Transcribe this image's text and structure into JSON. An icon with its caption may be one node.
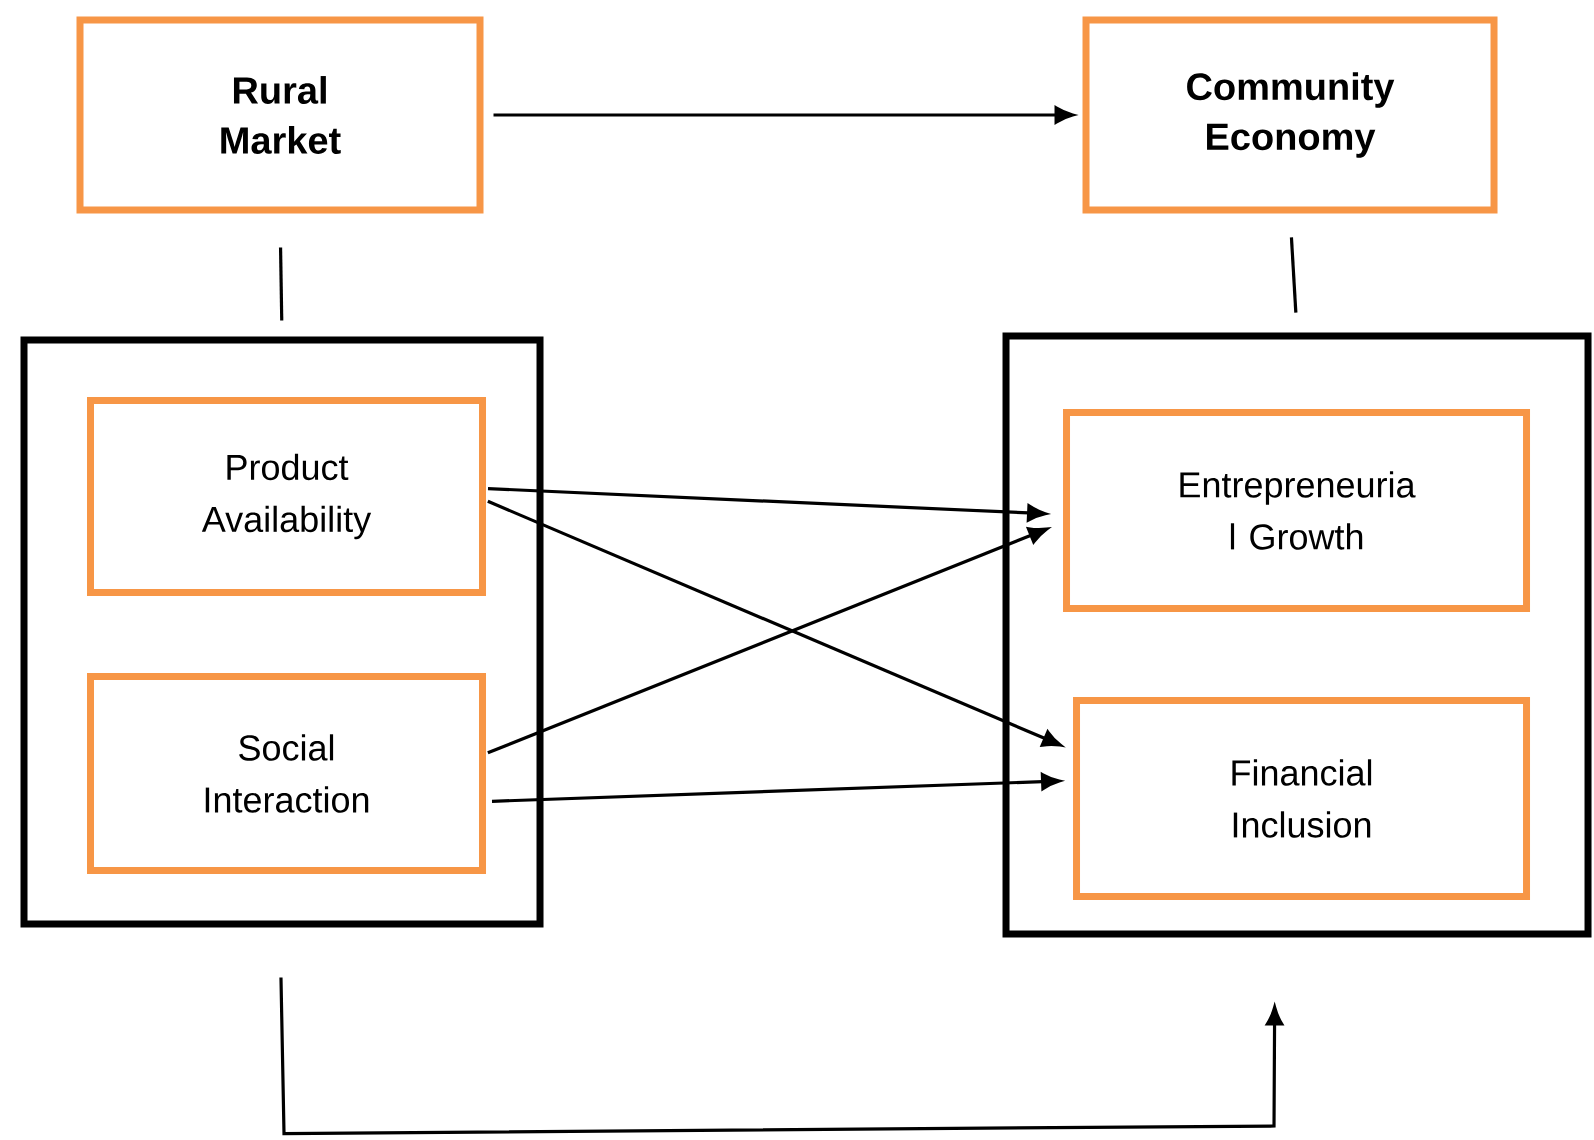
{
  "diagram": {
    "nodes": [
      {
        "text": [
          "Rural Market"
        ]
      },
      {
        "text": [
          "Community Economy"
        ]
      },
      {
        "text": [],
        "shape": "box"
      },
      {
        "text": [
          "Product Availability"
        ],
        "in": 2
      },
      {
        "text": [
          "Social Interaction"
        ],
        "in": 2
      },
      {
        "text": [],
        "shape": "box"
      },
      {
        "text": [
          "Entrepreneuria l Growth"
        ],
        "in": 5
      },
      {
        "text": [
          "Financial Inclusion"
        ],
        "in": 5
      }
    ],
    "edges": [
      {
        "from": 0,
        "to": 1,
        "arrow": "to"
      },
      {
        "from": 0,
        "to": 2,
        "arrow": "none"
      },
      {
        "from": 1,
        "to": 5,
        "arrow": "none"
      },
      {
        "from": 3,
        "to": 6,
        "arrow": "to"
      },
      {
        "from": 3,
        "to": 7,
        "arrow": "to"
      },
      {
        "from": 4,
        "to": 6,
        "arrow": "to"
      },
      {
        "from": 4,
        "to": 7,
        "arrow": "to"
      },
      {
        "from": 2,
        "to": 5,
        "arrow": "to"
      }
    ]
  }
}
